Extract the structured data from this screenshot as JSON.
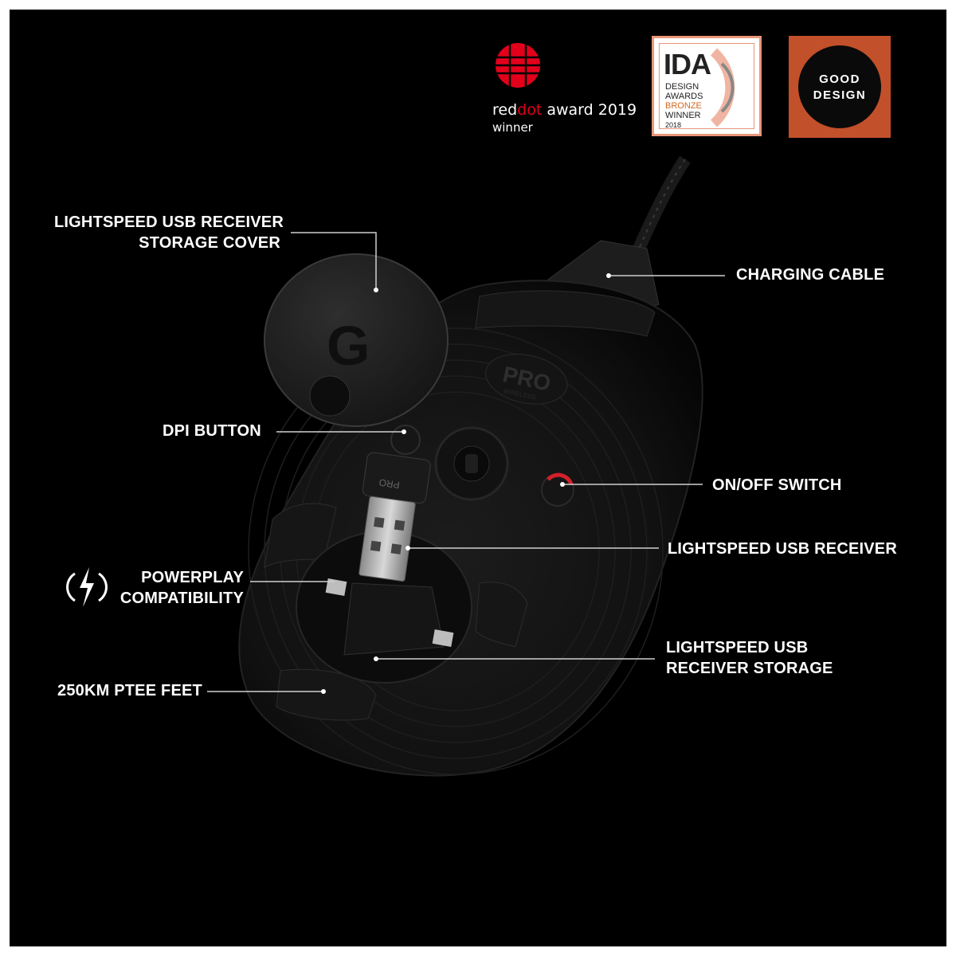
{
  "awards": {
    "reddot_prefix": "red",
    "reddot_red": "dot",
    "reddot_suffix": " award 2019",
    "reddot_winner": "winner",
    "ida_title": "IDA",
    "ida_lines": [
      "DESIGN",
      "AWARDS",
      "BRONZE",
      "WINNER",
      "2018"
    ],
    "good_design_line1": "GOOD",
    "good_design_line2": "DESIGN"
  },
  "callouts": {
    "storage_cover": [
      "LIGHTSPEED USB RECEIVER",
      "STORAGE COVER"
    ],
    "charging_cable": "CHARGING CABLE",
    "dpi_button": "DPI BUTTON",
    "on_off_switch": "ON/OFF SWITCH",
    "usb_receiver": "LIGHTSPEED USB RECEIVER",
    "powerplay": [
      "POWERPLAY",
      "COMPATIBILITY"
    ],
    "receiver_storage": [
      "LIGHTSPEED USB",
      "RECEIVER STORAGE"
    ],
    "feet": "250KM PTEE FEET"
  },
  "product": {
    "pro_badge": "PRO",
    "pro_sub": "WIRELESS",
    "receiver_pro": "PRO",
    "logo": "G"
  },
  "colors": {
    "reddot_red": "#e3001b",
    "ida_border": "#e9967a",
    "ida_bronze": "#d2691e",
    "good_design_bg": "#c2502a",
    "switch_red": "#d3202a"
  }
}
